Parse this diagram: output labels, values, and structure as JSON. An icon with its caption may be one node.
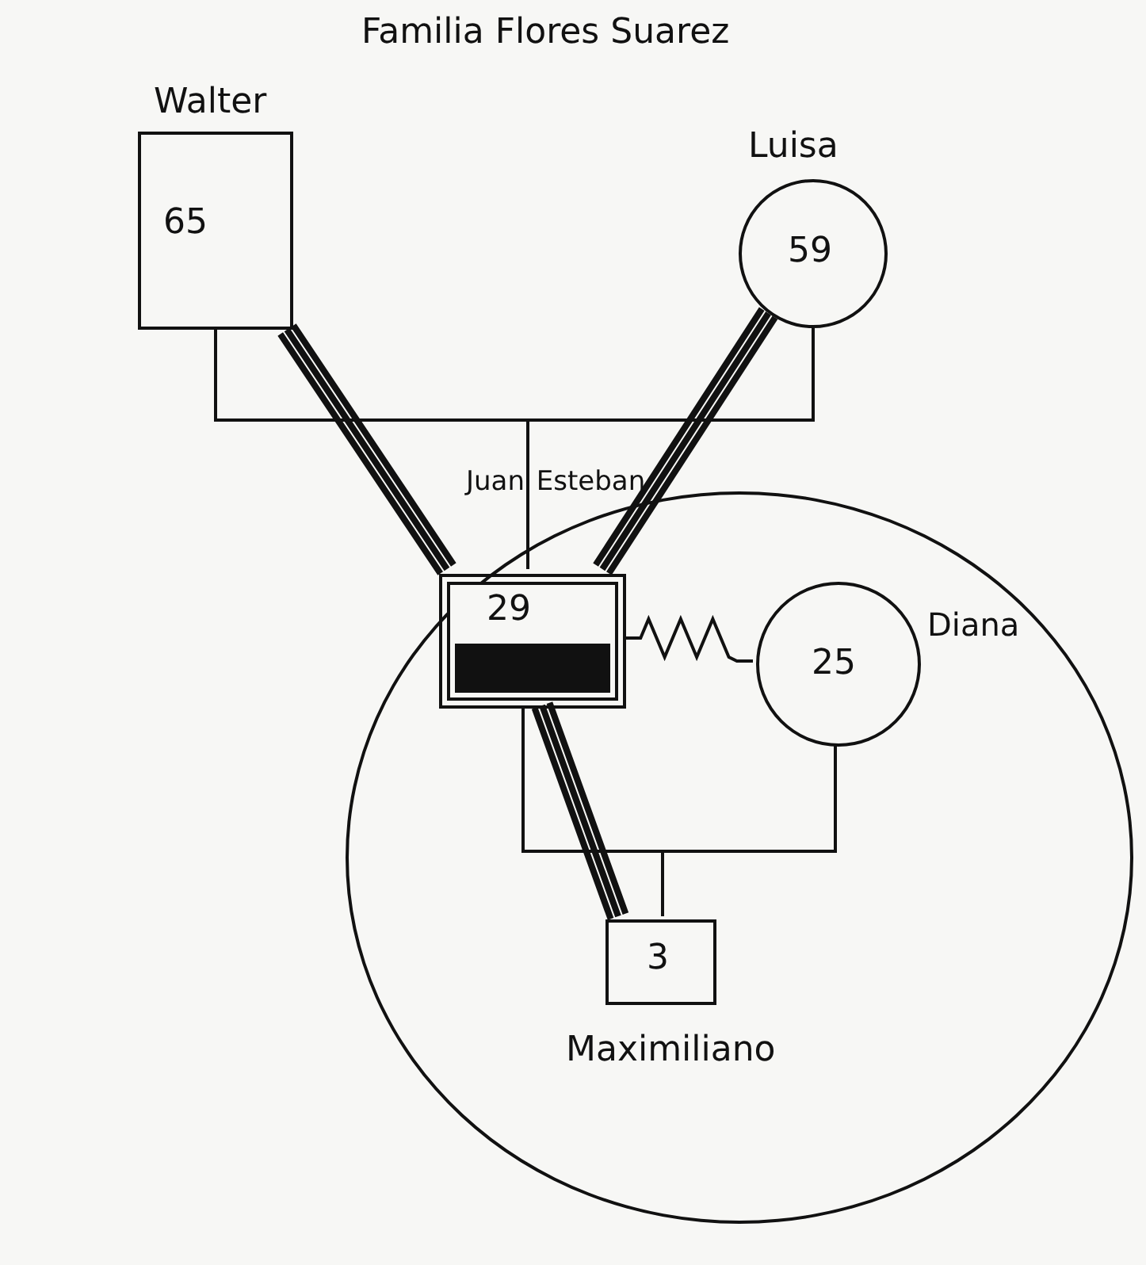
{
  "diagram": {
    "title": "Familia Flores Suarez",
    "nodes": [
      {
        "text": [
          "Walter",
          "65"
        ]
      },
      {
        "text": [
          "Luisa",
          "59"
        ]
      },
      {
        "text": [],
        "shape": "circle"
      },
      {
        "text": [
          "Juan Esteban",
          "29"
        ],
        "in": 2
      },
      {
        "text": [
          "Diana",
          "25"
        ],
        "in": 2
      },
      {
        "text": [
          "3",
          "Maximiliano"
        ],
        "in": 2
      }
    ],
    "edges": [
      {
        "from": 0,
        "to": 1,
        "arrow": "none"
      },
      {
        "from": 0,
        "to": 3,
        "arrow": "none"
      },
      {
        "from": 1,
        "to": 3,
        "arrow": "none"
      },
      {
        "from": 0,
        "to": 3,
        "arrow": "none",
        "style": "thick"
      },
      {
        "from": 1,
        "to": 3,
        "arrow": "none",
        "style": "thick"
      },
      {
        "from": 3,
        "to": 4,
        "arrow": "none"
      },
      {
        "from": 3,
        "to": 4,
        "arrow": "none"
      },
      {
        "from": 3,
        "to": 5,
        "arrow": "none"
      },
      {
        "from": 4,
        "to": 5,
        "arrow": "none"
      },
      {
        "from": 3,
        "to": 5,
        "arrow": "none",
        "style": "thick"
      }
    ]
  }
}
